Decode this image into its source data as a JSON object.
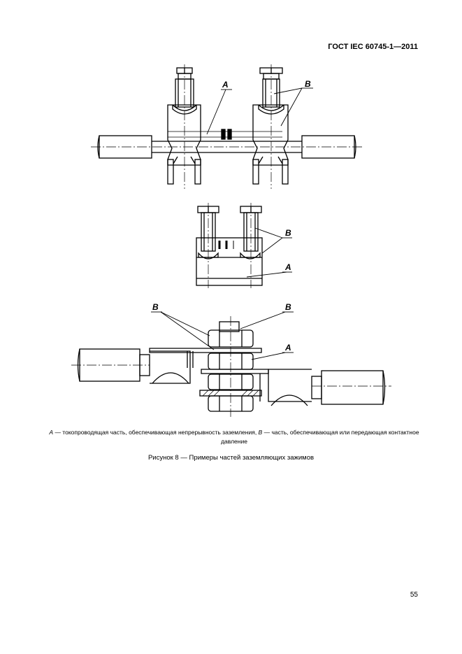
{
  "header": {
    "standard": "ГОСТ IEC 60745-1—2011"
  },
  "figure": {
    "labels": {
      "a": "A",
      "b": "B"
    },
    "legend": {
      "a_key": "A",
      "a_text": " — токопроводящая часть, обеспечивающая непрерывность заземления, ",
      "b_key": "B",
      "b_text": " — часть, обеспечивающая или передающая контактное давление"
    },
    "caption": "Рисунок 8 — Примеры частей заземляющих зажимов"
  },
  "page": {
    "number": "55"
  }
}
